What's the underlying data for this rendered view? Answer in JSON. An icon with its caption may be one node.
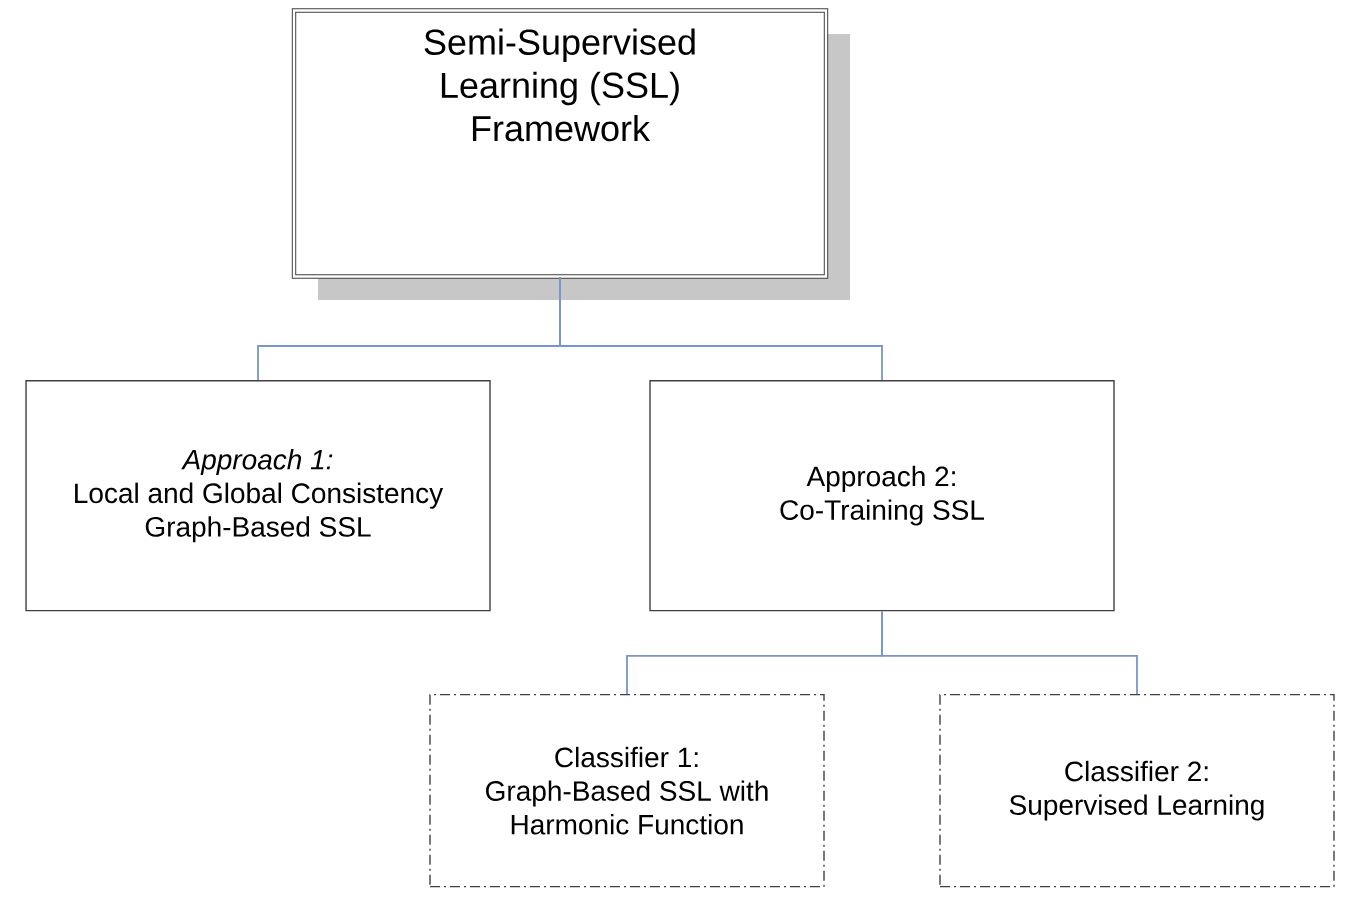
{
  "diagram": {
    "nodes": [
      {
        "text": [
          "Semi-Supervised Learning (SSL) Framework"
        ]
      },
      {
        "text": [
          "Approach 1:",
          "Local and Global Consistency Graph-Based SSL"
        ]
      },
      {
        "text": [
          "Approach 2:",
          "Co-Training SSL"
        ]
      },
      {
        "text": [
          "Classifier 1:",
          "Graph-Based SSL with Harmonic Function"
        ]
      },
      {
        "text": [
          "Classifier 2:",
          "Supervised Learning"
        ]
      }
    ],
    "edges": [
      {
        "from": 0,
        "to": 1,
        "arrow": "none"
      },
      {
        "from": 0,
        "to": 2,
        "arrow": "none"
      },
      {
        "from": 2,
        "to": 3,
        "arrow": "none"
      },
      {
        "from": 2,
        "to": 4,
        "arrow": "none"
      }
    ]
  }
}
